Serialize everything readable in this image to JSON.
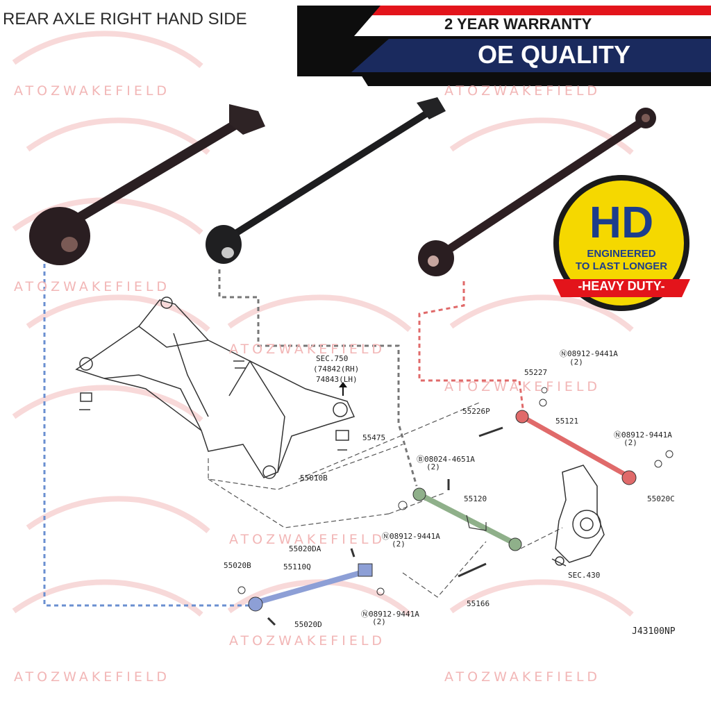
{
  "header": {
    "title": "REAR AXLE RIGHT HAND SIDE"
  },
  "banner": {
    "warranty": "2 YEAR WARRANTY",
    "quality": "OE QUALITY"
  },
  "badge": {
    "big": "HD",
    "line1": "ENGINEERED",
    "line2": "TO LAST LONGER",
    "line3": "-HEAVY DUTY-"
  },
  "watermark": {
    "text": "ATOZWAKEFIELD"
  },
  "colors": {
    "red": "#e3141b",
    "navy": "#1a2a5e",
    "black": "#0d0d0d",
    "yellow": "#f5d800",
    "blue_dash": "#6a8fd0",
    "red_arm": "#e06a6a",
    "green_arm": "#8fb08a",
    "blue_arm": "#8d9fd6"
  },
  "diagram": {
    "labels": {
      "sec750": "SEC.750",
      "p74842": "(74842(RH)",
      "p74843": "74843(LH)",
      "p55475": "55475",
      "p55010b": "55010B",
      "n1": "Ⓝ08912-9441A",
      "n1q": "(2)",
      "p55227": "55227",
      "p55226p": "55226P",
      "p55121": "55121",
      "n2": "Ⓝ08912-9441A",
      "n2q": "(2)",
      "b1": "Ⓑ08024-4651A",
      "b1q": "(2)",
      "p55020c": "55020C",
      "p55120": "55120",
      "n3": "Ⓝ08912-9441A",
      "n3q": "(2)",
      "p55020da": "55020DA",
      "p55020b": "55020B",
      "p55110q": "55110Q",
      "p55166": "55166",
      "sec430": "SEC.430",
      "n4": "Ⓝ08912-9441A",
      "n4q": "(2)",
      "p55020d": "55020D",
      "j43100np": "J43100NP"
    }
  }
}
